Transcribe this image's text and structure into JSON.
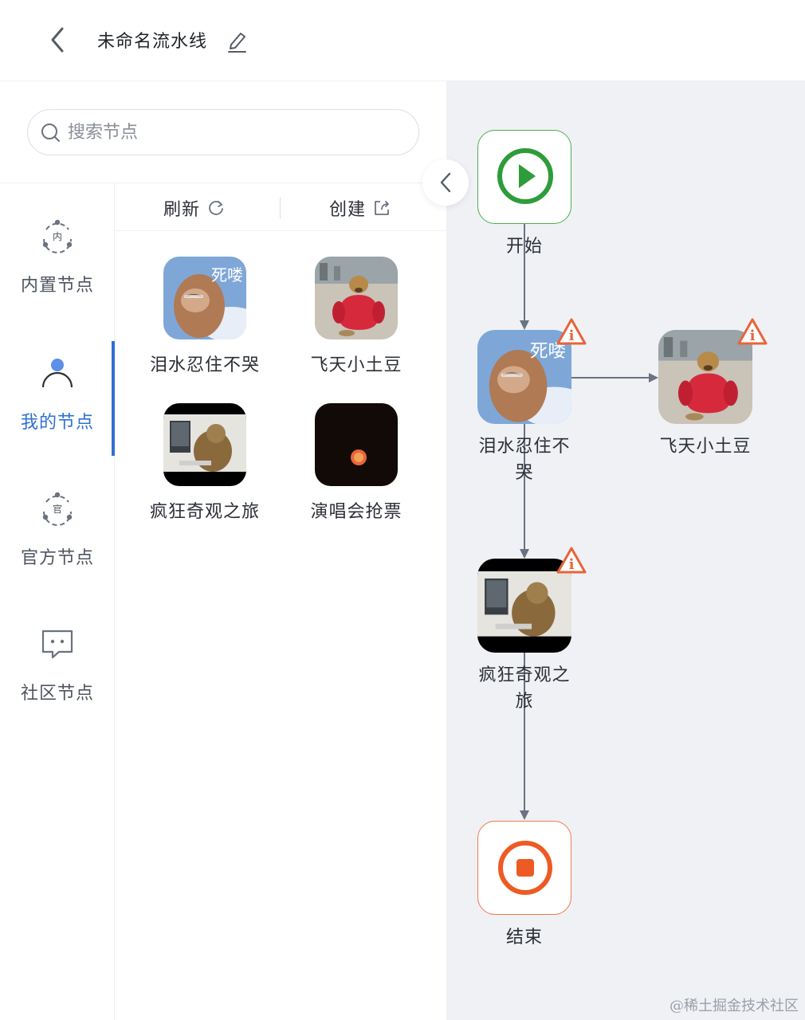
{
  "header": {
    "title": "未命名流水线"
  },
  "search": {
    "placeholder": "搜索节点"
  },
  "categories": [
    {
      "label": "内置节点",
      "icon": "builtin-node-icon",
      "icon_char": "内"
    },
    {
      "label": "我的节点",
      "icon": "user-icon"
    },
    {
      "label": "官方节点",
      "icon": "official-node-icon",
      "icon_char": "官"
    },
    {
      "label": "社区节点",
      "icon": "chat-icon"
    }
  ],
  "toolbar": {
    "refresh_label": "刷新",
    "create_label": "创建"
  },
  "nodes": [
    {
      "label": "泪水忍住不哭",
      "image": "crying-monkey-thumbnail",
      "caption": "死喽"
    },
    {
      "label": "飞天小土豆",
      "image": "dog-in-red-coat-thumbnail"
    },
    {
      "label": "疯狂奇观之旅",
      "image": "monkey-at-computer-thumbnail"
    },
    {
      "label": "演唱会抢票",
      "image": "dark-sunset-thumbnail"
    }
  ],
  "pipeline": {
    "start_label": "开始",
    "end_label": "结束",
    "steps": [
      {
        "label": "泪水忍住不哭",
        "caption": "死喽"
      },
      {
        "label": "飞天小土豆"
      },
      {
        "label": "疯狂奇观之旅"
      }
    ],
    "warning_symbol": "i"
  },
  "colors": {
    "accent": "#2f6fd6",
    "start": "#2e9c3a",
    "end": "#ee5a24",
    "warning": "#e8643a",
    "canvas_bg": "#eff1f5"
  },
  "watermark": "@稀土掘金技术社区"
}
